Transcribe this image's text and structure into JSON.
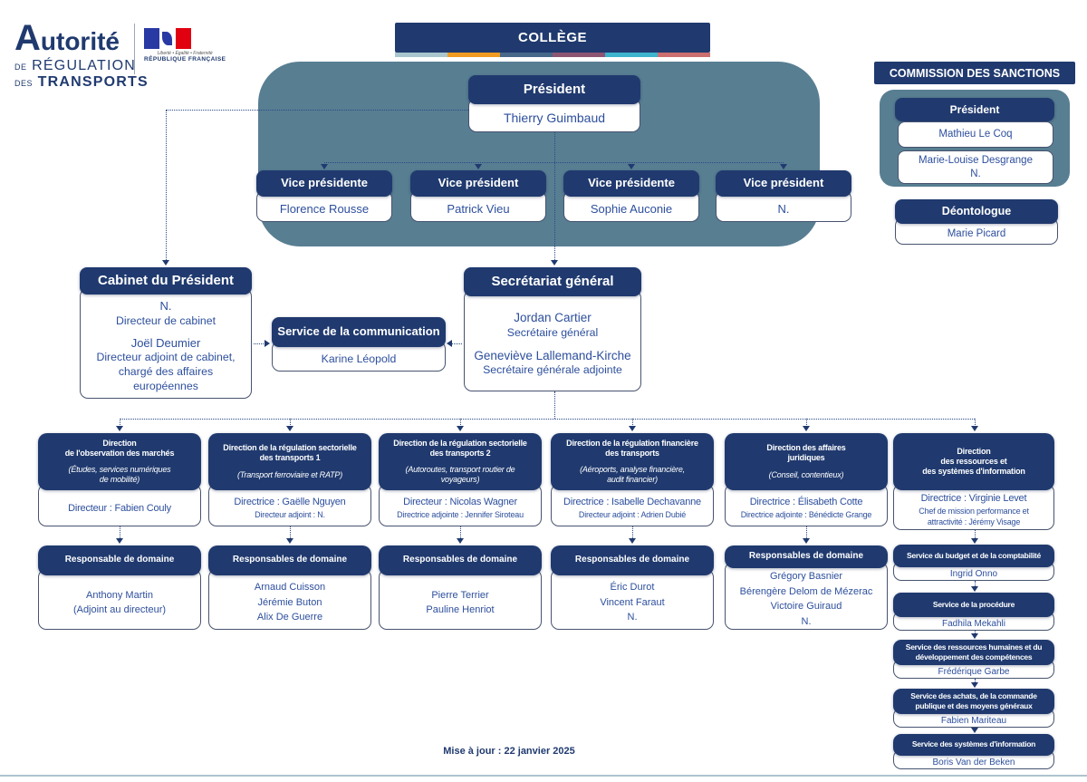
{
  "colors": {
    "navy": "#203a6f",
    "name_blue": "#2d4f9d",
    "teal": "#587e92",
    "stripe": [
      "#a9c6ce",
      "#f09b21",
      "#48688a",
      "#8e5573",
      "#3cb4cd",
      "#cc6f70"
    ]
  },
  "logo": {
    "title": "Autorité",
    "line2_small": "DE",
    "line2_big": "RÉGULATION",
    "line3_small": "DES",
    "line3_big": "TRANSPORTS",
    "motto": "Liberté • Égalité • Fraternité",
    "republic": "RÉPUBLIQUE FRANÇAISE"
  },
  "college": {
    "title": "COLLÈGE",
    "stripe_colors": [
      "#a9c6ce",
      "#f09b21",
      "#48688a",
      "#8e5573",
      "#3cb4cd",
      "#cc6f70"
    ],
    "president": {
      "title": "Président",
      "name": "Thierry Guimbaud"
    },
    "vice_presidents": [
      {
        "title": "Vice présidente",
        "name": "Florence Rousse"
      },
      {
        "title": "Vice président",
        "name": "Patrick Vieu"
      },
      {
        "title": "Vice présidente",
        "name": "Sophie Auconie"
      },
      {
        "title": "Vice président",
        "name": "N."
      }
    ]
  },
  "commission": {
    "title": "COMMISSION DES SANCTIONS",
    "president_title": "Président",
    "president_name": "Mathieu Le Coq",
    "members": [
      "Marie-Louise Desgrange",
      "N."
    ],
    "deontologue_title": "Déontologue",
    "deontologue_name": "Marie Picard"
  },
  "cabinet": {
    "title": "Cabinet du Président",
    "entry1_name": "N.",
    "entry1_role": "Directeur de cabinet",
    "entry2_name": "Joël Deumier",
    "entry2_role": "Directeur adjoint de cabinet,\nchargé des affaires\neuropéennes"
  },
  "communication": {
    "title": "Service de la communication",
    "name": "Karine Léopold"
  },
  "secretariat": {
    "title": "Secrétariat général",
    "entry1_name": "Jordan Cartier",
    "entry1_role": "Secrétaire général",
    "entry2_name": "Geneviève Lallemand-Kirche",
    "entry2_role": "Secrétaire générale adjointe"
  },
  "directions": [
    {
      "title": "Direction\nde l'observation des marchés",
      "subtitle": "(Études, services numériques\nde mobilité)",
      "line1": "Directeur : Fabien Couly"
    },
    {
      "title": "Direction de la régulation sectorielle\ndes transports 1",
      "subtitle": "(Transport ferroviaire et RATP)",
      "line1": "Directrice : Gaëlle Nguyen",
      "line2": "Directeur adjoint : N."
    },
    {
      "title": "Direction de la régulation sectorielle\ndes transports 2",
      "subtitle": "(Autoroutes, transport routier de\nvoyageurs)",
      "line1": "Directeur : Nicolas Wagner",
      "line2": "Directrice adjointe : Jennifer Siroteau"
    },
    {
      "title": "Direction de la régulation financière\ndes transports",
      "subtitle": "(Aéroports, analyse financière,\naudit financier)",
      "line1": "Directrice : Isabelle Dechavanne",
      "line2": "Directeur adjoint : Adrien Dubié"
    },
    {
      "title": "Direction des affaires\njuridiques",
      "subtitle": "(Conseil, contentieux)",
      "line1": "Directrice : Élisabeth Cotte",
      "line2": "Directrice adjointe : Bénédicte Grange"
    },
    {
      "title": "Direction\ndes ressources et\ndes systèmes d'information",
      "line1": "Directrice : Virginie Levet",
      "line2": "Chef de mission performance et\nattractivité : Jérémy Visage"
    }
  ],
  "responsables": [
    {
      "title": "Responsable de domaine",
      "names": [
        "Anthony Martin",
        "(Adjoint au directeur)"
      ]
    },
    {
      "title": "Responsables de domaine",
      "names": [
        "Arnaud Cuisson",
        "Jérémie Buton",
        "Alix De Guerre"
      ]
    },
    {
      "title": "Responsables de domaine",
      "names": [
        "Pierre Terrier",
        "Pauline Henriot"
      ]
    },
    {
      "title": "Responsables de domaine",
      "names": [
        "Éric Durot",
        "Vincent Faraut",
        "N."
      ]
    },
    {
      "title": "Responsables de domaine",
      "names": [
        "Grégory Basnier",
        "Bérengère Delom de Mézerac",
        "Victoire Guiraud",
        "N."
      ]
    }
  ],
  "services": [
    {
      "title": "Service du budget et de la comptabilité",
      "name": "Ingrid Onno"
    },
    {
      "title": "Service de la procédure",
      "name": "Fadhila Mekahli"
    },
    {
      "title": "Service des ressources humaines et du\ndéveloppement des compétences",
      "name": "Frédérique Garbe"
    },
    {
      "title": "Service des achats, de la commande\npublique et des moyens généraux",
      "name": "Fabien Mariteau"
    },
    {
      "title": "Service des systèmes d'information",
      "name": "Boris Van der Beken"
    }
  ],
  "footer": {
    "updated": "Mise à jour : 22 janvier 2025"
  }
}
